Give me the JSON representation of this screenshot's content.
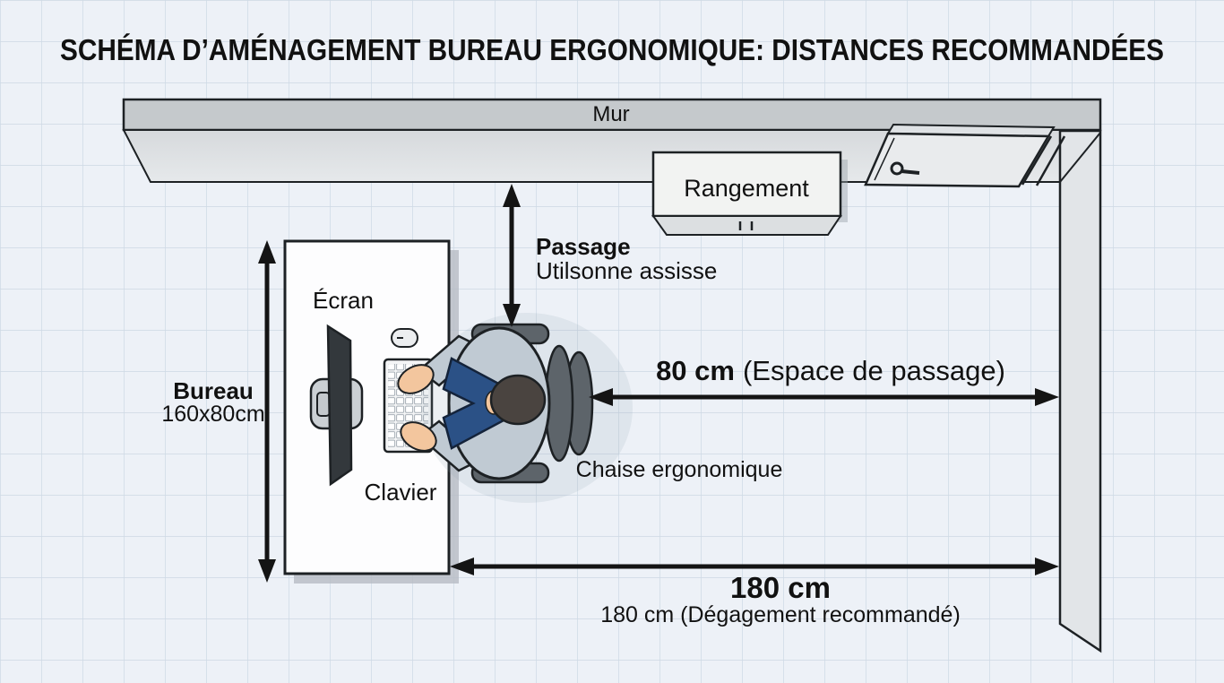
{
  "title": "SCHÉMA D’AMÉNAGEMENT BUREAU ERGONOMIQUE: DISTANCES RECOMMANDÉES",
  "wall": {
    "label": "Mur"
  },
  "storage": {
    "label": "Rangement"
  },
  "passage": {
    "label": "Passage",
    "sublabel": "Utilsonne assisse"
  },
  "desk": {
    "label": "Bureau",
    "dimensions": "160x80cm",
    "screen_label": "Écran",
    "keyboard_label": "Clavier"
  },
  "chair": {
    "label": "Chaise ergonomique"
  },
  "measurements": {
    "passage_width": {
      "value": "80 cm",
      "note": "(Espace de passage)"
    },
    "clearance": {
      "value": "180 cm",
      "note": "180 cm (Dégagement recommandé)"
    }
  },
  "colors": {
    "background": "#edf1f7",
    "grid_line": "#cdd8e4",
    "outline": "#1d2124",
    "text": "#111111",
    "wall_fill": "#c5c9cc",
    "wall_shelf_fill": "#e0e3e6",
    "right_wall_fill": "#e2e5e8",
    "desk_fill": "#fdfdfe",
    "storage_fill": "#f2f3f2",
    "storage_base_fill": "#dcdfe1",
    "door_fill": "#e9ebed",
    "monitor_fill": "#33383c",
    "stand_fill": "#cbd0d4",
    "keyboard_fill": "#f4f5f6",
    "chair_fill": "#5d646a",
    "body_fill": "#c0cad3",
    "vest_fill": "#2b5186",
    "skin_fill": "#f3c69e",
    "hair_fill": "#4a4440"
  }
}
